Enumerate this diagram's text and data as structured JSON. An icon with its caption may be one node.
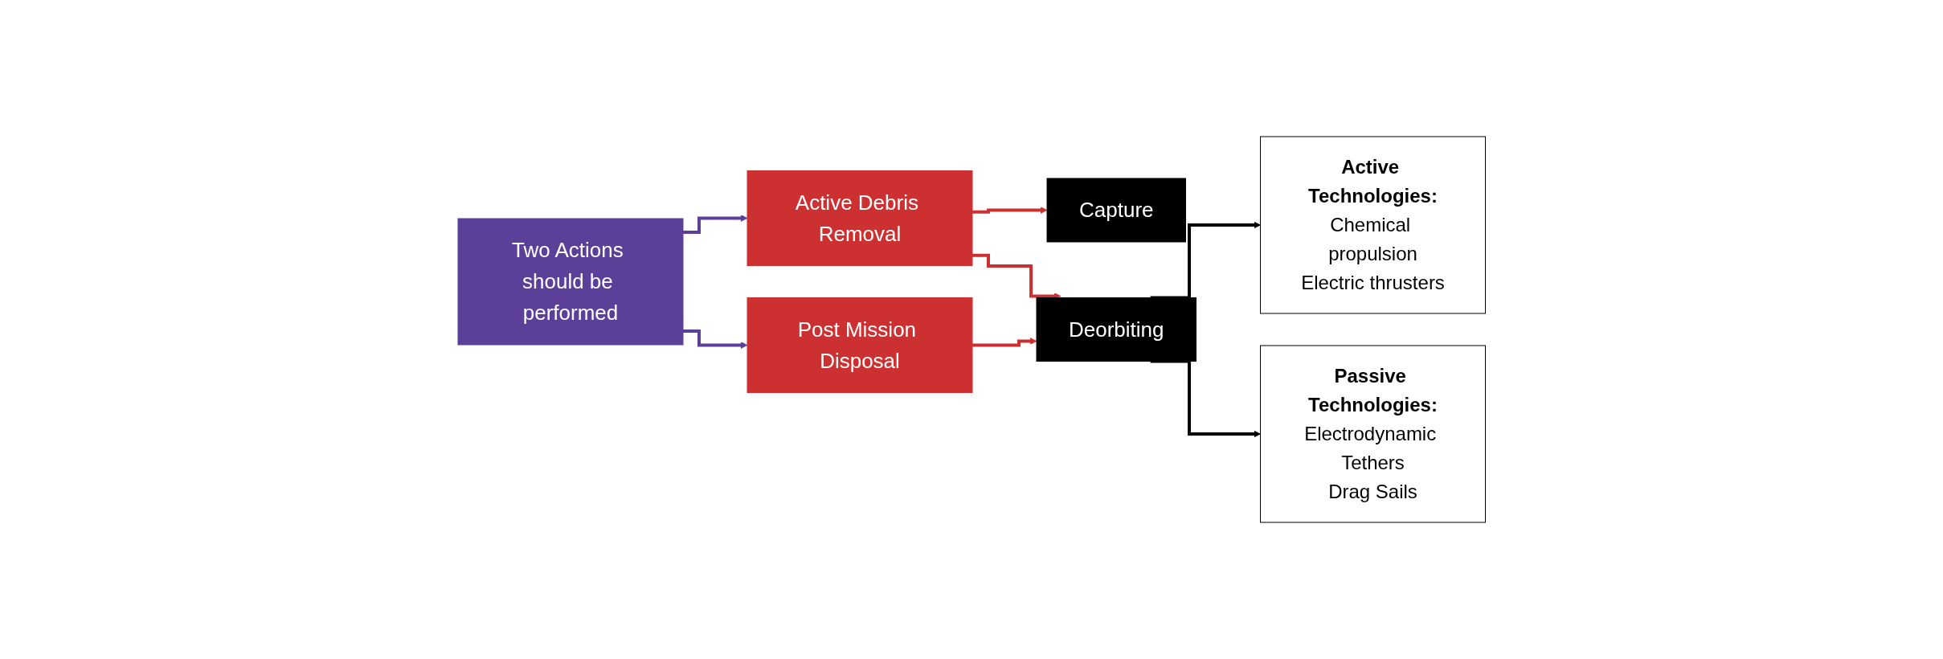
{
  "diagram": {
    "nodes": [
      {
        "text": [
          "Two Actions should be performed"
        ]
      },
      {
        "text": [
          "Active Debris Removal"
        ]
      },
      {
        "text": [
          "Post Mission Disposal"
        ]
      },
      {
        "text": [
          "Capture"
        ]
      },
      {
        "text": [
          "Deorbiting"
        ]
      },
      {
        "text": [
          "Active Technologies:",
          "Chemical propulsion",
          "Electric thrusters"
        ]
      },
      {
        "text": [
          "Passive Technologies:",
          "Electrodynamic Tethers",
          "Drag Sails"
        ]
      }
    ],
    "edges": [
      {
        "from": 0,
        "to": 1,
        "arrow": "to",
        "color": "#5b3f99"
      },
      {
        "from": 0,
        "to": 2,
        "arrow": "to",
        "color": "#5b3f99"
      },
      {
        "from": 1,
        "to": 3,
        "arrow": "to"
      },
      {
        "from": 1,
        "to": 4,
        "arrow": "to"
      },
      {
        "from": 2,
        "to": 4,
        "arrow": "to"
      },
      {
        "from": 4,
        "to": 5,
        "arrow": "to",
        "color": "#000000"
      },
      {
        "from": 4,
        "to": 6,
        "arrow": "to",
        "color": "#000000"
      }
    ]
  }
}
